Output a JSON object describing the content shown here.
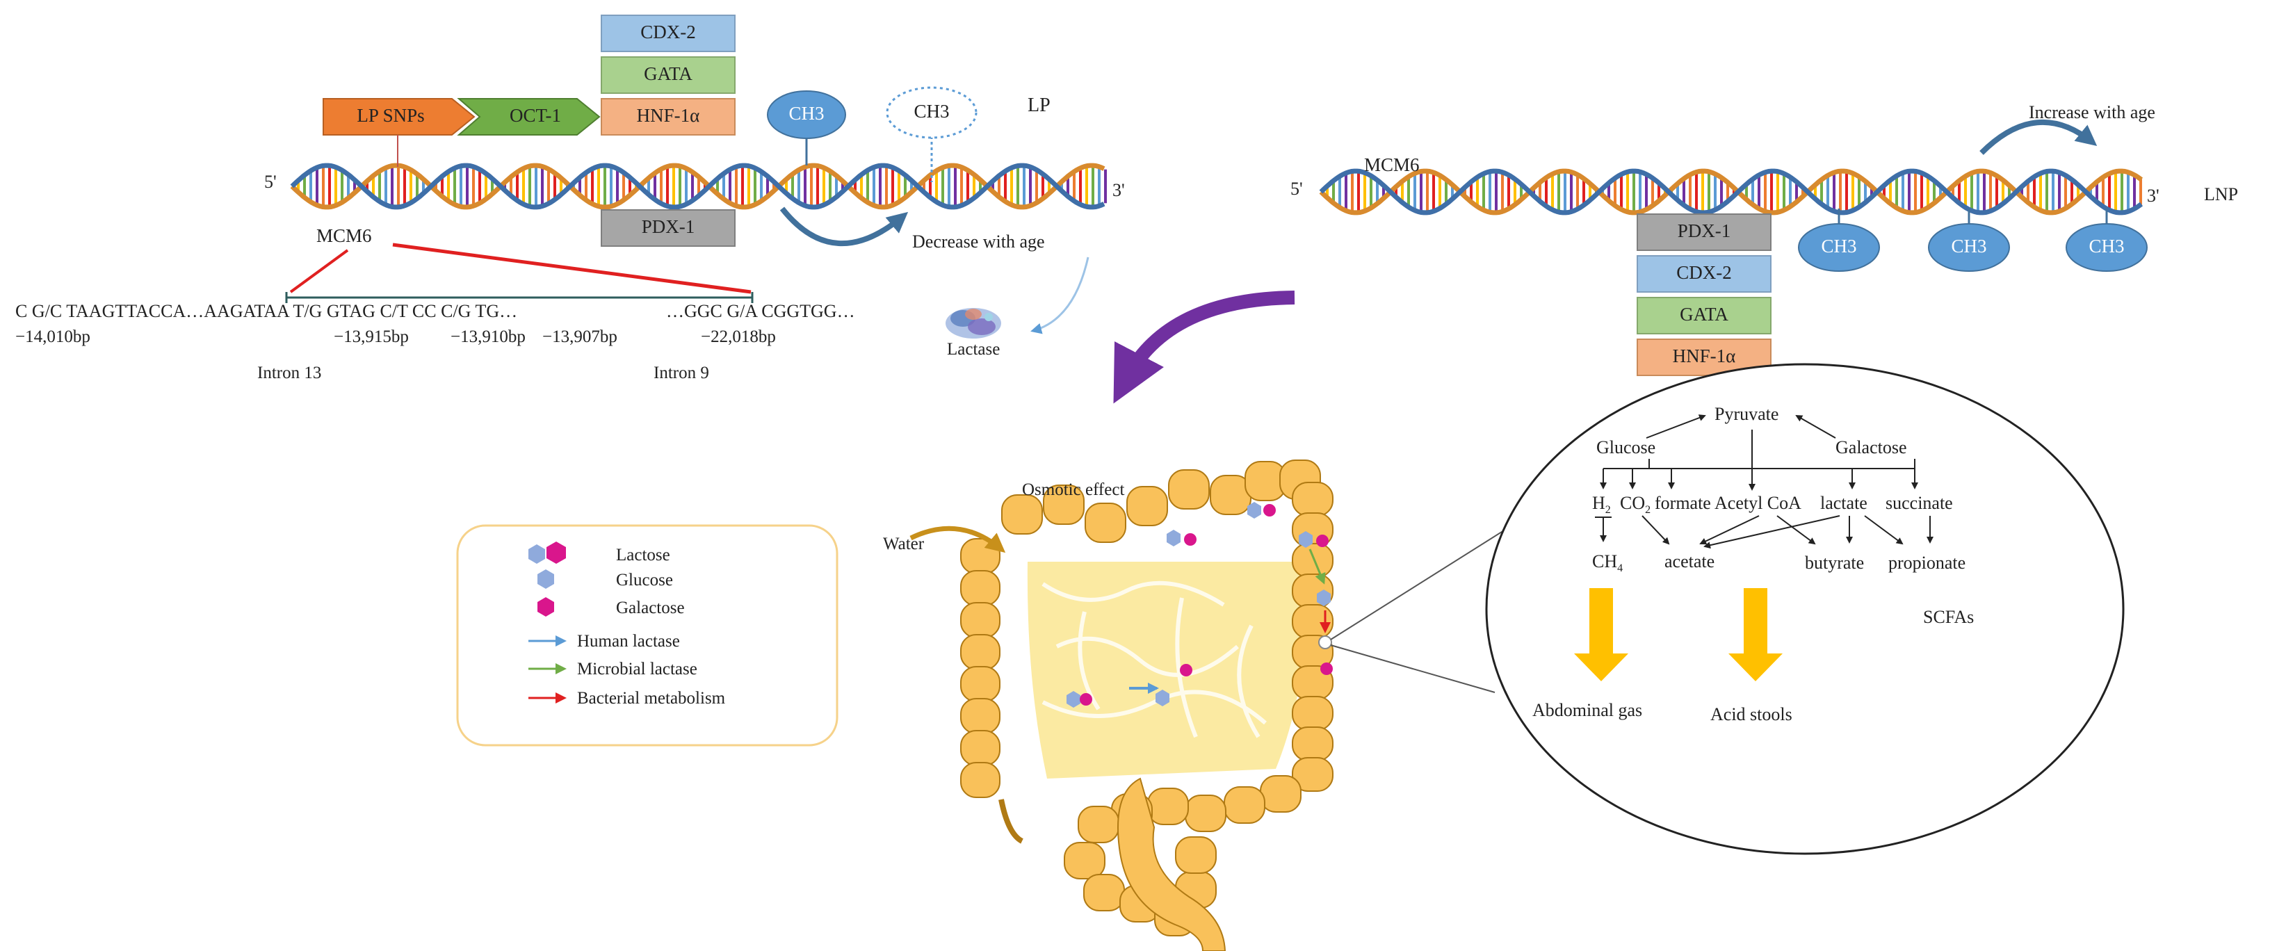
{
  "lp_panel": {
    "corner_label": "LP",
    "strand_5": "5'",
    "strand_3": "3'",
    "factors_top": [
      "CDX-2",
      "GATA",
      "HNF-1α"
    ],
    "arrow_boxes": [
      "LP SNPs",
      "OCT-1"
    ],
    "factor_below": "PDX-1",
    "methyl_solid": "CH3",
    "methyl_dotted": "CH3",
    "decrease_label": "Decrease with age",
    "enzyme_label": "Lactase",
    "gene_label": "MCM6",
    "sequence_left": "C G/C TAAGTTACCA…AAGATAA T/G GTAG C/T CC C/G TG…",
    "sequence_right": "…GGC G/A CGGTGG…",
    "positions": [
      "−14,010bp",
      "−13,915bp",
      "−13,910bp",
      "−13,907bp",
      "−22,018bp"
    ],
    "introns": [
      "Intron 13",
      "Intron 9"
    ]
  },
  "lnp_panel": {
    "corner_label": "LNP",
    "strand_5": "5'",
    "strand_3": "3'",
    "gene_label": "MCM6",
    "increase_label": "Increase with age",
    "factors": [
      "PDX-1",
      "CDX-2",
      "GATA",
      "HNF-1α"
    ],
    "methyl": [
      "CH3",
      "CH3",
      "CH3"
    ]
  },
  "legend": {
    "items": [
      {
        "label": "Lactose",
        "icon": "lactose-icon"
      },
      {
        "label": "Glucose",
        "icon": "glucose-icon"
      },
      {
        "label": "Galactose",
        "icon": "galactose-icon"
      },
      {
        "label": "Human lactase",
        "icon": "blue-arrow-icon"
      },
      {
        "label": "Microbial lactase",
        "icon": "green-arrow-icon"
      },
      {
        "label": "Bacterial metabolism",
        "icon": "red-arrow-icon"
      }
    ]
  },
  "colon": {
    "osmotic_label": "Osmotic effect",
    "water_label": "Water"
  },
  "metabolism": {
    "pyruvate": "Pyruvate",
    "glucose": "Glucose",
    "galactose": "Galactose",
    "h2": "H",
    "h2_sub": "2",
    "co2": "CO",
    "co2_sub": "2",
    "formate": "formate",
    "acetylcoa": "Acetyl CoA",
    "lactate": "lactate",
    "succinate": "succinate",
    "ch4": "CH",
    "ch4_sub": "4",
    "acetate": "acetate",
    "butyrate": "butyrate",
    "propionate": "propionate",
    "scfas": "SCFAs",
    "abdominal_gas": "Abdominal gas",
    "acid_stools": "Acid stools"
  },
  "colors": {
    "cdx2": "#9dc3e6",
    "gata": "#a9d18e",
    "hnf1a": "#f4b183",
    "pdx1": "#a6a6a6",
    "lp_snps": "#ed7d31",
    "oct1": "#70ad47",
    "methyl": "#5b9bd5",
    "intestine": "#f9c15a",
    "intestine_edge": "#c8901b",
    "lumen": "#fbeaa2",
    "big_arrow": "#ffc000",
    "curved_arrow": "#7030a0",
    "glucose": "#8faadc",
    "galactose": "#d9168c"
  }
}
